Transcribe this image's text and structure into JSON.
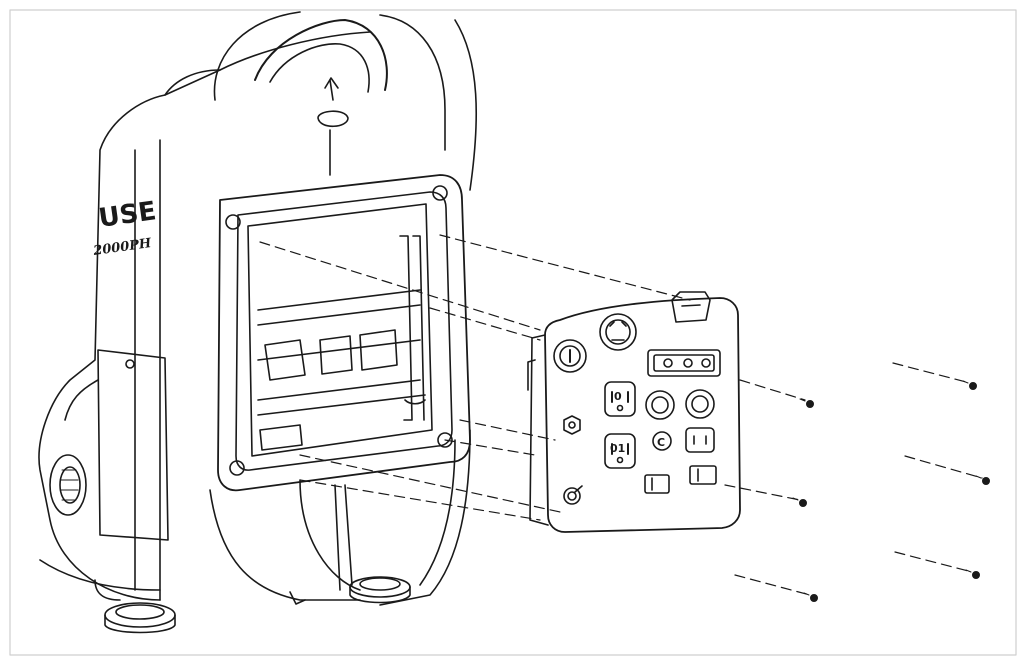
{
  "figure": {
    "type": "exploded-assembly-drawing",
    "subject": "generator front control panel removal",
    "stroke_color": "#1a1a1a",
    "background": "#ffffff",
    "border_color": "#cfcfcf"
  },
  "brand": {
    "logo_text": "USE",
    "model_text": "2000PH"
  },
  "panel": {
    "outlet_label_top": "0",
    "outlet_label_mid": "01",
    "outlet_label_small": "C"
  },
  "screws": {
    "count": 6
  }
}
